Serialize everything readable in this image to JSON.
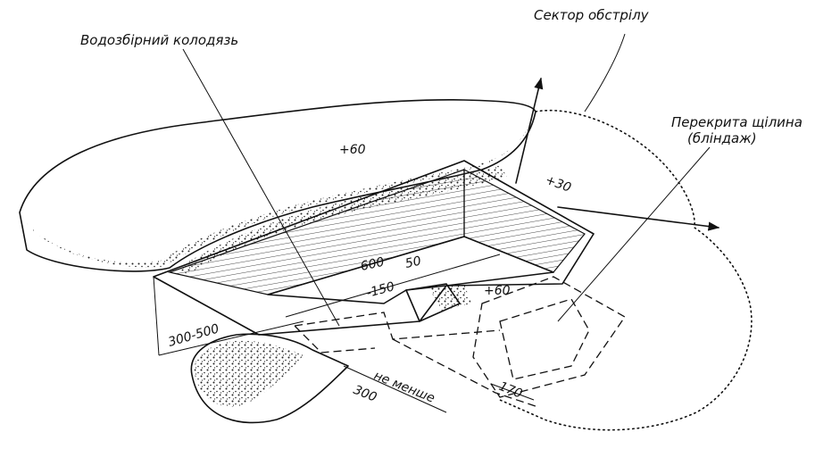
{
  "labels": {
    "sump": "Водозбірний колодязь",
    "sector": "Сектор   обстрілу",
    "covered_slit_line1": "Перекрита щілина",
    "covered_slit_line2": "(бліндаж)"
  },
  "dimensions": {
    "parapet_front": "+60",
    "parapet_side": "+30",
    "parapet_right": "+60",
    "width_600": "600",
    "depth_150": "-150",
    "value_50": "50",
    "span_300_500": "300-500",
    "span_300": "300",
    "not_less": "не менше",
    "value_170": "170"
  },
  "colors": {
    "ink": "#111111",
    "paper": "#ffffff"
  }
}
